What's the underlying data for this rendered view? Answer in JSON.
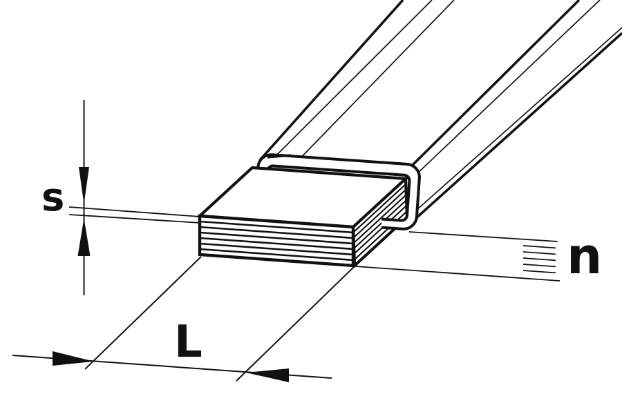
{
  "figure": {
    "type": "technical-line-drawing",
    "subject": "Laminated flexible busbar (stack of thin conductor layers) emerging from a rectangular insulating sleeve, isometric view",
    "ink_color": "#111111",
    "background_color": "#ffffff",
    "labels": {
      "lamination_thickness": "s",
      "lamination_count": "n",
      "bar_width": "L"
    },
    "visible_lamination_layers": 7,
    "count_leader_tick_lines": 5
  }
}
